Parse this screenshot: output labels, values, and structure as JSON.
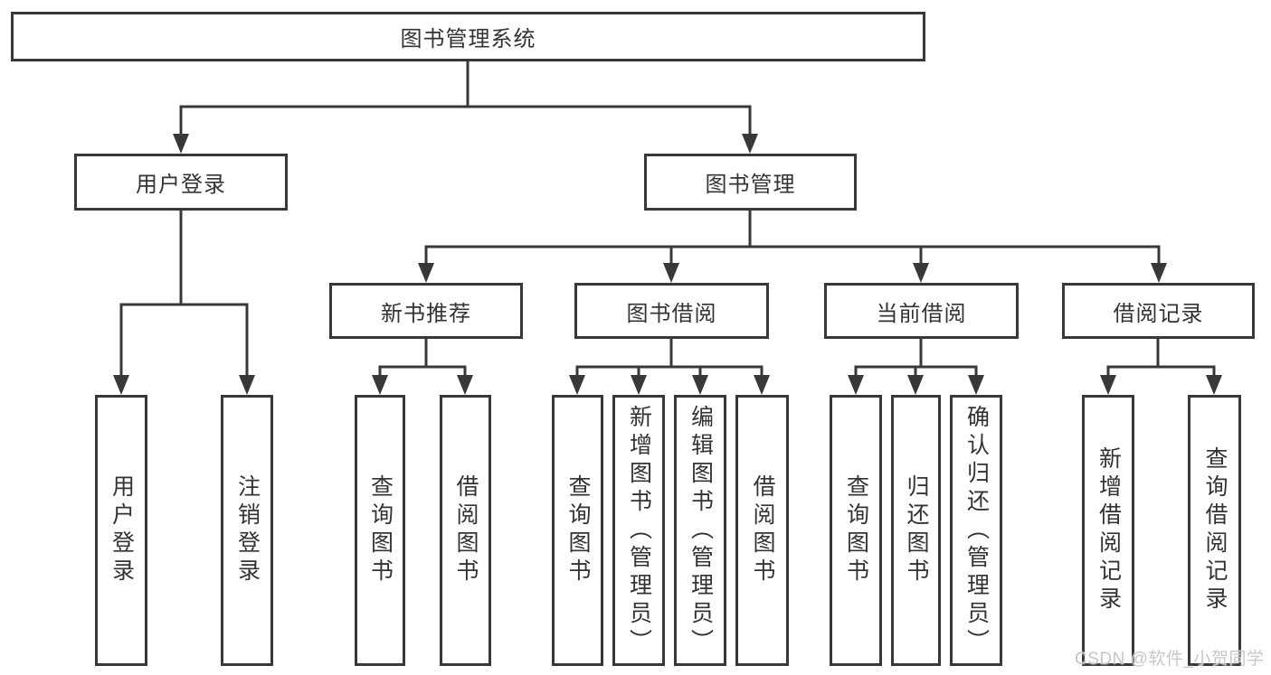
{
  "diagram": {
    "title": "图书管理系统",
    "root": {
      "label": "图书管理系统"
    },
    "level2": [
      {
        "label": "用户登录"
      },
      {
        "label": "图书管理"
      }
    ],
    "level3": [
      {
        "label": "新书推荐"
      },
      {
        "label": "图书借阅"
      },
      {
        "label": "当前借阅"
      },
      {
        "label": "借阅记录"
      }
    ],
    "leaves": [
      {
        "label": "用户登录"
      },
      {
        "label": "注销登录"
      },
      {
        "label": "查询图书"
      },
      {
        "label": "借阅图书"
      },
      {
        "label": "查询图书"
      },
      {
        "label": "新增图书（管理员）"
      },
      {
        "label": "编辑图书（管理员）"
      },
      {
        "label": "借阅图书"
      },
      {
        "label": "查询图书"
      },
      {
        "label": "归还图书"
      },
      {
        "label": "确认归还（管理员）"
      },
      {
        "label": "新增借阅记录"
      },
      {
        "label": "查询借阅记录"
      }
    ],
    "colors": {
      "line": "#383838",
      "text": "#333333",
      "background": "#ffffff"
    }
  },
  "watermark": {
    "text": "CSDN @软件_小贺同学",
    "color": "#c7c7c7"
  }
}
